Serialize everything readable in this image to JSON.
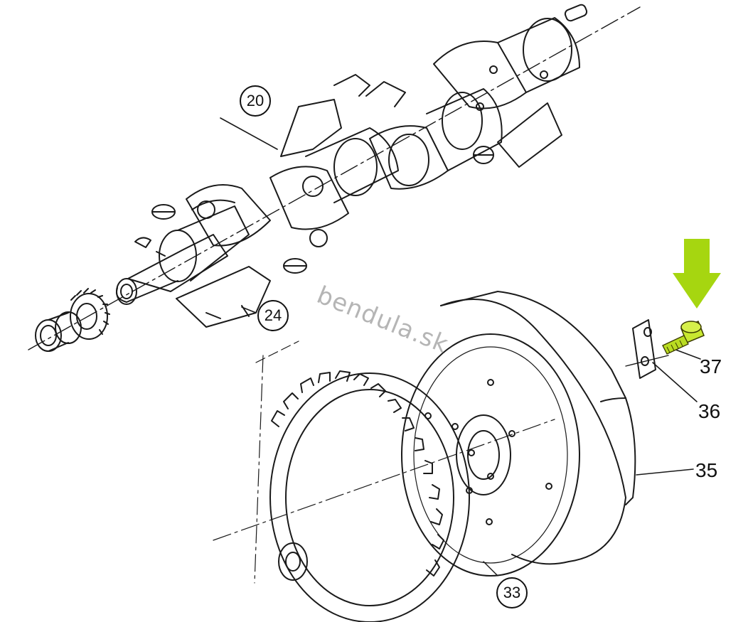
{
  "parts": [
    {
      "id": "p20",
      "label": "20"
    },
    {
      "id": "p24",
      "label": "24"
    },
    {
      "id": "p33",
      "label": "33"
    },
    {
      "id": "p35",
      "label": "35"
    },
    {
      "id": "p36",
      "label": "36"
    },
    {
      "id": "p37",
      "label": "37"
    }
  ],
  "watermark": "bendula.sk",
  "highlight": {
    "target_part": "37",
    "arrow_color": "#a6d610",
    "bolt_color": "#c8e830"
  },
  "colors": {
    "line": "#1a1a1a",
    "paper": "#ffffff"
  }
}
